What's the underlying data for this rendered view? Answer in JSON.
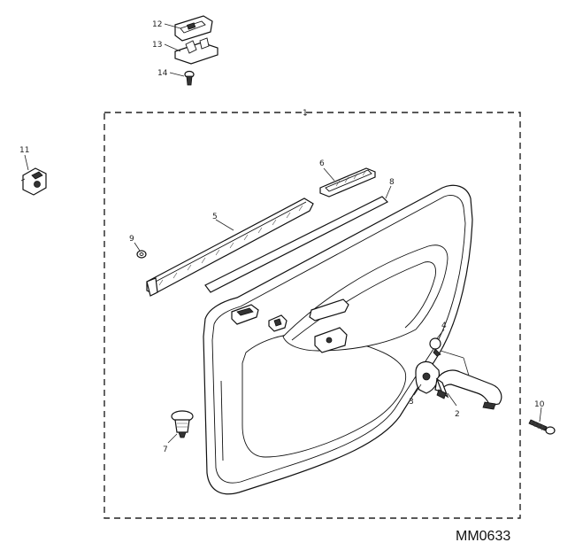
{
  "diagram": {
    "reference_code": "MM0633",
    "callouts": [
      "1",
      "2",
      "3",
      "4",
      "5",
      "6",
      "7",
      "8",
      "9",
      "10",
      "11",
      "12",
      "13",
      "14"
    ]
  }
}
